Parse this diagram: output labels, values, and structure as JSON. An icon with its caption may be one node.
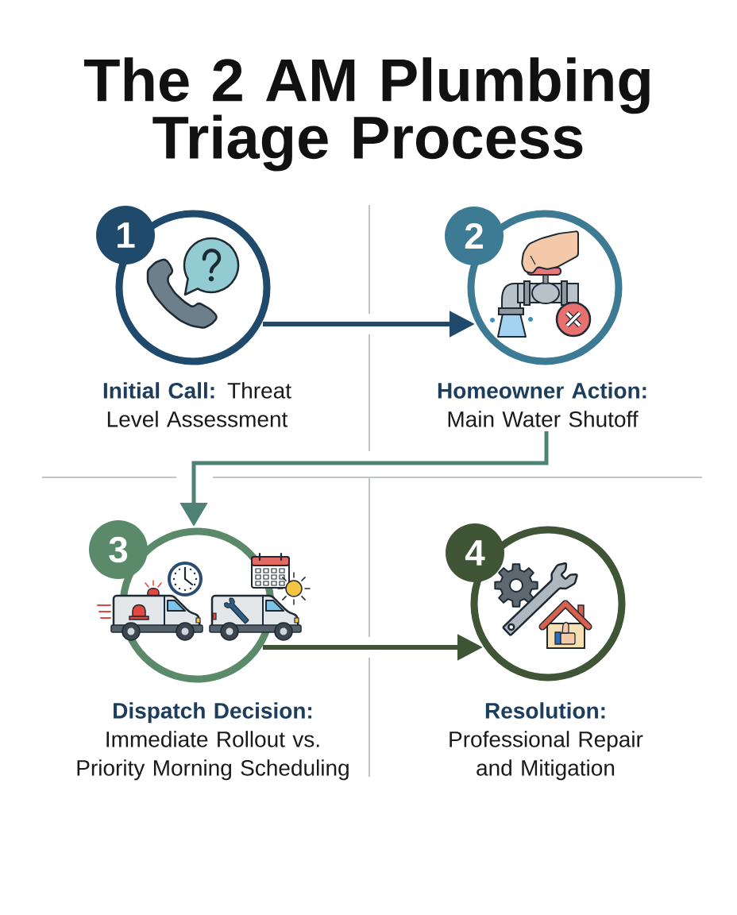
{
  "diagram": {
    "title": "The 2 AM Plumbing Triage Process",
    "nodes": [
      {
        "text": [
          "1"
        ]
      },
      {
        "text": [
          "Initial Call:",
          "Threat Level Assessment"
        ]
      },
      {
        "text": [
          "2"
        ]
      },
      {
        "text": [
          "Homeowner Action:",
          "Main Water Shutoff"
        ]
      },
      {
        "text": [
          "3"
        ]
      },
      {
        "text": [
          "Dispatch Decision:",
          "Immediate Rollout vs. Priority Morning Scheduling"
        ]
      },
      {
        "text": [
          "4"
        ]
      },
      {
        "text": [
          "Resolution:",
          "Professional Repair and Mitigation"
        ]
      }
    ],
    "edges": [
      {
        "from": 1,
        "to": 3,
        "arrow": "to",
        "color": "#1f4a6b"
      },
      {
        "from": 3,
        "to": 5,
        "arrow": "to",
        "color": "#4e8275"
      },
      {
        "from": 5,
        "to": 7,
        "arrow": "to",
        "color": "#3f5535"
      }
    ]
  }
}
